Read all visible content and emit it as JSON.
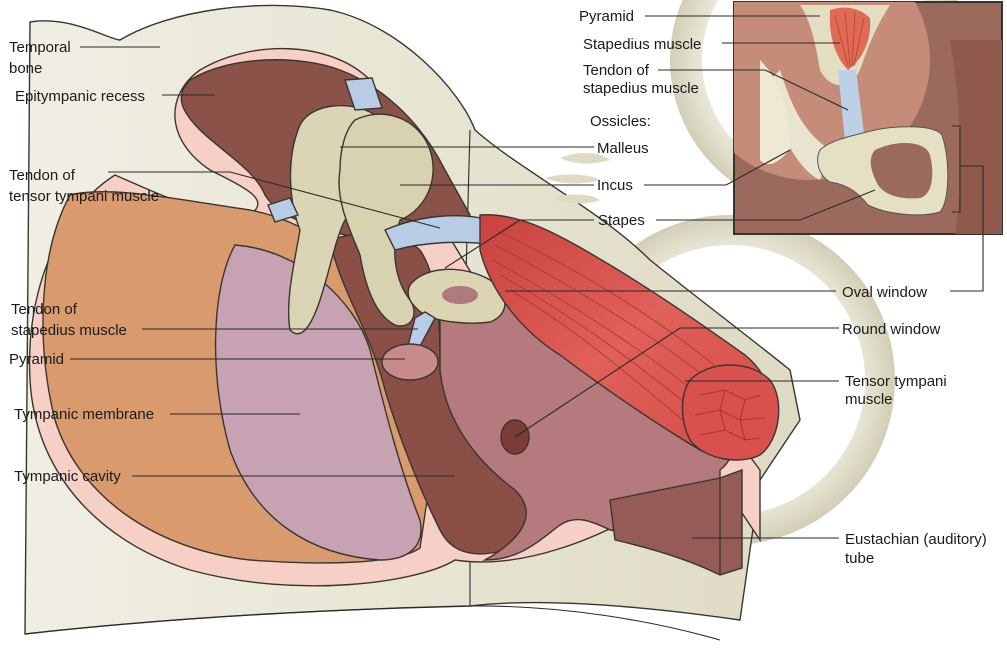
{
  "labels": {
    "temporal_bone_1": "Temporal",
    "temporal_bone_2": "bone",
    "epitympanic_recess": "Epitympanic recess",
    "tendon_tensor_1": "Tendon of",
    "tendon_tensor_2": "tensor tympani muscle",
    "tendon_stapedius_left_1": "Tendon of",
    "tendon_stapedius_left_2": "stapedius muscle",
    "pyramid_left": "Pyramid",
    "tympanic_membrane": "Tympanic membrane",
    "tympanic_cavity": "Tympanic cavity",
    "pyramid_inset": "Pyramid",
    "stapedius_muscle_inset": "Stapedius muscle",
    "tendon_stapedius_inset_1": "Tendon of",
    "tendon_stapedius_inset_2": "stapedius muscle",
    "ossicles": "Ossicles:",
    "malleus": "Malleus",
    "incus": "Incus",
    "stapes": "Stapes",
    "oval_window": "Oval window",
    "round_window": "Round window",
    "tensor_tympani_1": "Tensor tympani",
    "tensor_tympani_2": "muscle",
    "eustachian_1": "Eustachian (auditory)",
    "eustachian_2": "tube"
  },
  "colors": {
    "bone": "#e9e6d6",
    "bone_shadow": "#cfcbb4",
    "mucosa_pink": "#f7cfc8",
    "cavity_dark": "#8a5148",
    "cavity_mauve": "#b47b7e",
    "membrane_orange": "#d89a6c",
    "membrane_lavender": "#c6a3b4",
    "ossicle": "#dcd6b6",
    "muscle_red": "#d9524c",
    "tendon_blue": "#b9cde6",
    "inset_bg": "#9e6a5c"
  }
}
